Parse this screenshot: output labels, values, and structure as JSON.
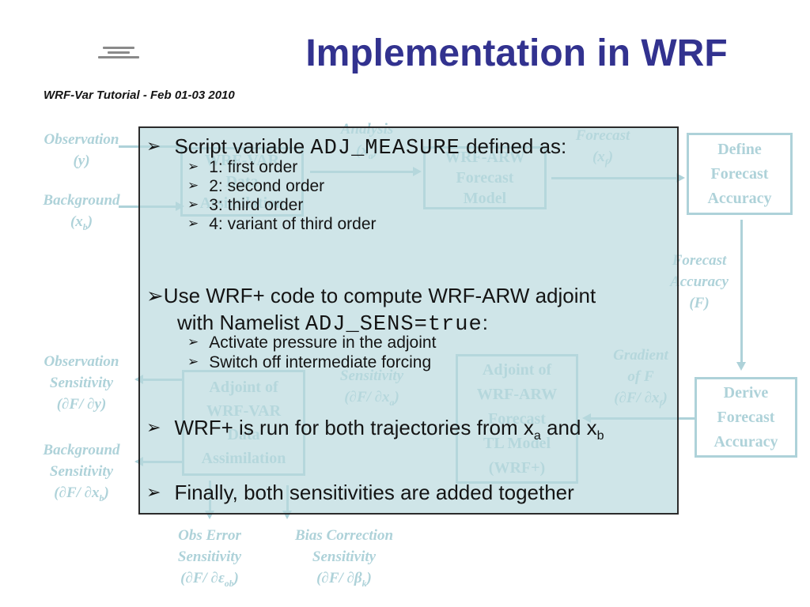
{
  "header": {
    "title": "Implementation in WRF",
    "subtitle": "WRF-Var Tutorial - Feb 01-03 2010"
  },
  "colors": {
    "title_text": "#32328F",
    "diagram_pale_teal": "#AED2D9",
    "overlay_fill": "#CDE4E7",
    "overlay_border": "#2B2B2B",
    "body_text": "#141414"
  },
  "diagram": {
    "labels": {
      "observation": [
        "Observation",
        "(y)"
      ],
      "background": [
        "Background",
        "(x~b~)"
      ],
      "analysis": [
        "Analysis",
        "(x~a~)"
      ],
      "forecast": [
        "Forecast",
        "(x~f~)"
      ],
      "forecast_accuracy": [
        "Forecast",
        "Accuracy",
        "(F)"
      ],
      "gradient": [
        "Gradient",
        "of F",
        "(∂F/ ∂x~f~)"
      ],
      "analysis_sensitivity": [
        "Sensitivity",
        "(∂F/ ∂x~a~)"
      ],
      "observation_sensitivity": [
        "Observation",
        "Sensitivity",
        "(∂F/ ∂y)"
      ],
      "background_sensitivity": [
        "Background",
        "Sensitivity",
        "(∂F/ ∂x~b~)"
      ],
      "obs_error_sensitivity": [
        "Obs Error",
        "Sensitivity",
        "(∂F/ ∂ε~ob~)"
      ],
      "bias_correction_sensitivity": [
        "Bias Correction",
        "Sensitivity",
        "(∂F/ ∂β~k~)"
      ]
    },
    "boxes": {
      "wrfvar_da": [
        "WRF-VAR",
        "Data",
        "Assimilation"
      ],
      "forecast_model": [
        "WRF-ARW",
        "Forecast",
        "Model"
      ],
      "define_accuracy": [
        "Define",
        "Forecast",
        "Accuracy"
      ],
      "adjoint_arw": [
        "Adjoint of",
        "WRF-ARW",
        "Forecast",
        "TL Model",
        "(WRF+)"
      ],
      "adjoint_var": [
        "Adjoint of",
        "WRF-VAR",
        "Data",
        "Assimilation"
      ],
      "derive_accuracy": [
        "Derive",
        "Forecast",
        "Accuracy"
      ]
    }
  },
  "overlay": {
    "marker": "➢",
    "b1": {
      "pre": "Script variable ",
      "code": "ADJ_MEASURE",
      "post": " defined as:"
    },
    "b1_subs": [
      "1: first order",
      "2: second order",
      "3: third order",
      "4: variant of third order"
    ],
    "b2": {
      "line1": "Use WRF+ code to compute WRF-ARW adjoint",
      "line2_pre": "with Namelist ",
      "line2_code": "ADJ_SENS=true",
      "line2_post": ":"
    },
    "b2_subs": [
      "Activate pressure in the adjoint",
      "Switch off intermediate forcing"
    ],
    "b3": "WRF+ is run for both trajectories from x~a~ and x~b~",
    "b4": "Finally, both sensitivities are added together"
  }
}
